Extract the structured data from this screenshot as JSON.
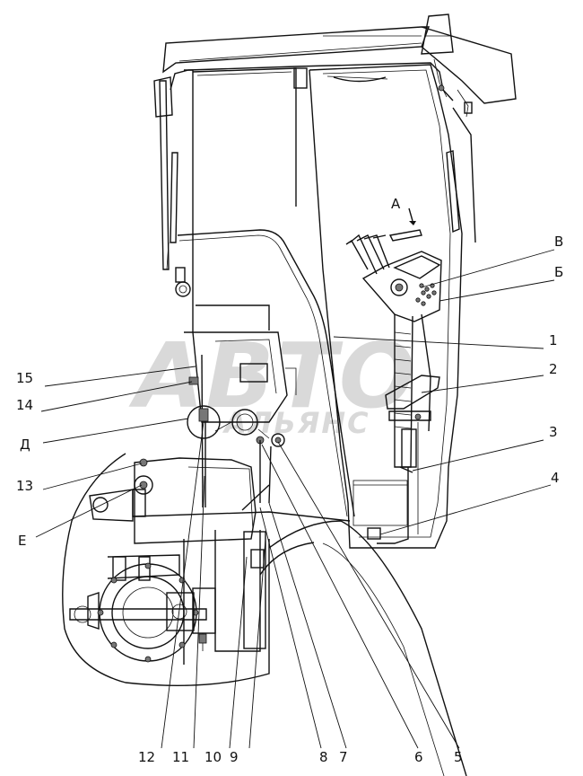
{
  "watermark": {
    "line1": "АВТО",
    "line2": "АЛЬЯНС"
  },
  "letters": {
    "A": "А",
    "V": "В",
    "B": "Б",
    "D": "Д",
    "E": "Е"
  },
  "callouts": {
    "n1": "1",
    "n2": "2",
    "n3": "3",
    "n4": "4",
    "n5": "5",
    "n6": "6",
    "n7": "7",
    "n8": "8",
    "n9": "9",
    "n10": "10",
    "n11": "11",
    "n12": "12",
    "n13": "13",
    "n14": "14",
    "n15": "15"
  }
}
